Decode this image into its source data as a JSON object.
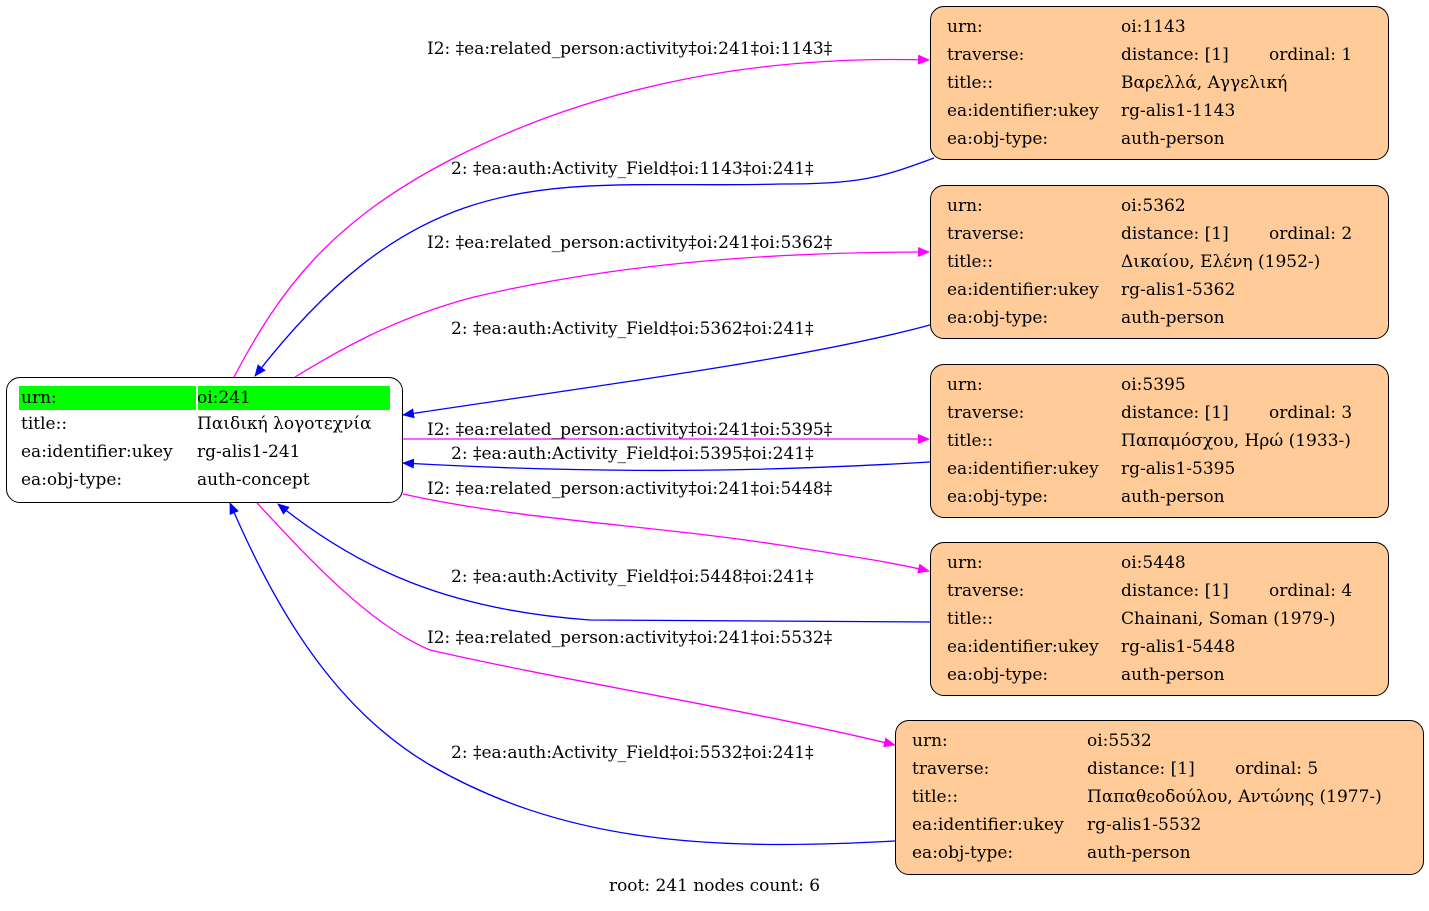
{
  "root": {
    "urn_key": "urn:",
    "urn": "oi:241",
    "title_key": "title::",
    "title": "Παιδική λογοτεχνία",
    "ukey_key": "ea:identifier:ukey",
    "ukey": "rg-alis1-241",
    "type_key": "ea:obj-type:",
    "type": "auth-concept",
    "highlight_color": "#00ff00"
  },
  "nodes": [
    {
      "urn_key": "urn:",
      "urn": "oi:1143",
      "traverse_key": "traverse:",
      "distance": "distance: [1]",
      "ordinal": "ordinal: 1",
      "title_key": "title::",
      "title": "Βαρελλά, Αγγελική",
      "ukey_key": "ea:identifier:ukey",
      "ukey": "rg-alis1-1143",
      "type_key": "ea:obj-type:",
      "type": "auth-person"
    },
    {
      "urn_key": "urn:",
      "urn": "oi:5362",
      "traverse_key": "traverse:",
      "distance": "distance: [1]",
      "ordinal": "ordinal: 2",
      "title_key": "title::",
      "title": "Δικαίου, Ελένη (1952-)",
      "ukey_key": "ea:identifier:ukey",
      "ukey": "rg-alis1-5362",
      "type_key": "ea:obj-type:",
      "type": "auth-person"
    },
    {
      "urn_key": "urn:",
      "urn": "oi:5395",
      "traverse_key": "traverse:",
      "distance": "distance: [1]",
      "ordinal": "ordinal: 3",
      "title_key": "title::",
      "title": "Παπαμόσχου, Ηρώ (1933-)",
      "ukey_key": "ea:identifier:ukey",
      "ukey": "rg-alis1-5395",
      "type_key": "ea:obj-type:",
      "type": "auth-person"
    },
    {
      "urn_key": "urn:",
      "urn": "oi:5448",
      "traverse_key": "traverse:",
      "distance": "distance: [1]",
      "ordinal": "ordinal: 4",
      "title_key": "title::",
      "title": "Chainani, Soman (1979-)",
      "ukey_key": "ea:identifier:ukey",
      "ukey": "rg-alis1-5448",
      "type_key": "ea:obj-type:",
      "type": "auth-person"
    },
    {
      "urn_key": "urn:",
      "urn": "oi:5532",
      "traverse_key": "traverse:",
      "distance": "distance: [1]",
      "ordinal": "ordinal: 5",
      "title_key": "title::",
      "title": "Παπαθεοδούλου, Αντώνης (1977-)",
      "ukey_key": "ea:identifier:ukey",
      "ukey": "rg-alis1-5532",
      "type_key": "ea:obj-type:",
      "type": "auth-person"
    }
  ],
  "edges": {
    "outgoing": [
      "I2: ‡ea:related_person:activity‡oi:241‡oi:1143‡",
      "I2: ‡ea:related_person:activity‡oi:241‡oi:5362‡",
      "I2: ‡ea:related_person:activity‡oi:241‡oi:5395‡",
      "I2: ‡ea:related_person:activity‡oi:241‡oi:5448‡",
      "I2: ‡ea:related_person:activity‡oi:241‡oi:5532‡"
    ],
    "incoming": [
      "2: ‡ea:auth:Activity_Field‡oi:1143‡oi:241‡",
      "2: ‡ea:auth:Activity_Field‡oi:5362‡oi:241‡",
      "2: ‡ea:auth:Activity_Field‡oi:5395‡oi:241‡",
      "2: ‡ea:auth:Activity_Field‡oi:5448‡oi:241‡",
      "2: ‡ea:auth:Activity_Field‡oi:5532‡oi:241‡"
    ],
    "outgoing_color": "#ff00ff",
    "incoming_color": "#0000ff"
  },
  "footer": "root: 241 nodes count: 6",
  "colors": {
    "target_fill": "#ffcc99",
    "root_fill": "#ffffff"
  }
}
